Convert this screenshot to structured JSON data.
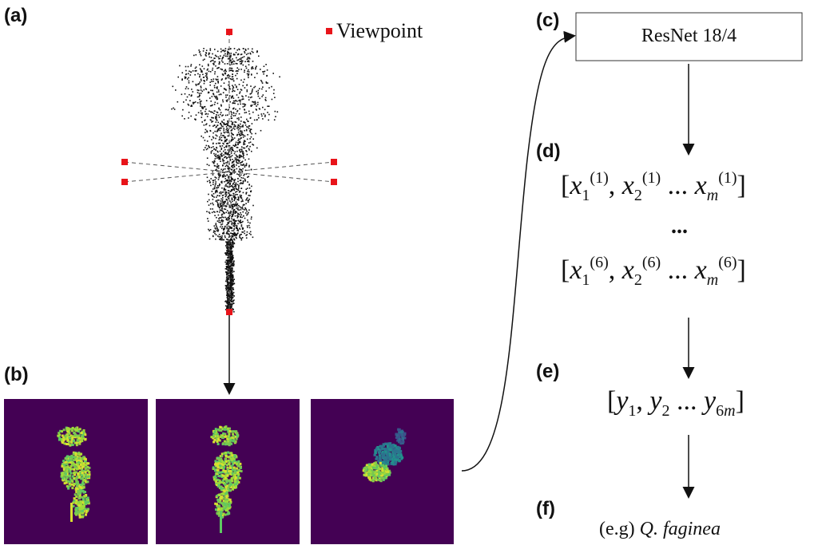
{
  "labels": {
    "a": "(a)",
    "b": "(b)",
    "c": "(c)",
    "d": "(d)",
    "e": "(e)",
    "f": "(f)"
  },
  "legend": {
    "viewpoint": "Viewpoint"
  },
  "model_box": "ResNet 18/4",
  "features": {
    "row1": {
      "x1": "x",
      "s1": "1",
      "p1": "(1)",
      "x2": "x",
      "s2": "2",
      "p2": "(1)",
      "dots": "...",
      "xm": "x",
      "sm": "m",
      "pm": "(1)"
    },
    "ellipsis": "...",
    "row6": {
      "x1": "x",
      "s1": "1",
      "p1": "(6)",
      "x2": "x",
      "s2": "2",
      "p2": "(6)",
      "dots": "...",
      "xm": "x",
      "sm": "m",
      "pm": "(6)"
    }
  },
  "concat": {
    "y": "y",
    "s1": "1",
    "s2": "2",
    "dots": "...",
    "sn": "6m"
  },
  "output": {
    "prefix": "(e.g) ",
    "species": "Q. faginea"
  },
  "colors": {
    "viewpoint": "#e8141a",
    "panel_bg": "#440154",
    "tree_green": "#7ac74f",
    "tree_yellow": "#d8e030",
    "tree_teal": "#2a788e"
  }
}
